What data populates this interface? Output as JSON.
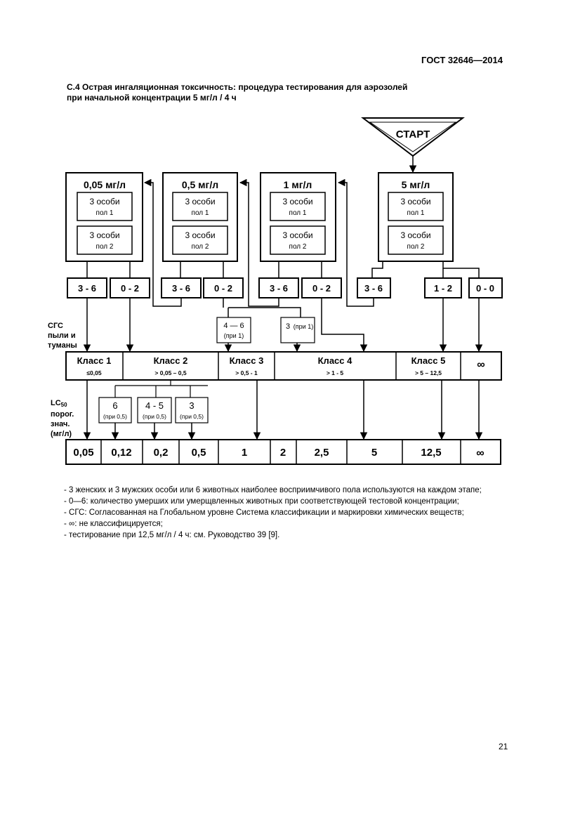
{
  "header": {
    "standard": "ГОСТ 32646—2014"
  },
  "section": {
    "title_line1": "С.4 Острая ингаляционная токсичность: процедура тестирования для аэрозолей",
    "title_line2": "при начальной концентрации 5 мг/л / 4 ч"
  },
  "flowchart": {
    "start_label": "СТАРТ",
    "concentration_boxes": [
      {
        "label": "0,05 мг/л",
        "g1_line1": "3 особи",
        "g1_line2": "пол 1",
        "g2_line1": "3 особи",
        "g2_line2": "пол 2"
      },
      {
        "label": "0,5 мг/л",
        "g1_line1": "3 особи",
        "g1_line2": "пол 1",
        "g2_line1": "3 особи",
        "g2_line2": "пол 2"
      },
      {
        "label": "1 мг/л",
        "g1_line1": "3 особи",
        "g1_line2": "пол 1",
        "g2_line1": "3 особи",
        "g2_line2": "пол 2"
      },
      {
        "label": "5 мг/л",
        "g1_line1": "3 особи",
        "g1_line2": "пол 1",
        "g2_line1": "3 особи",
        "g2_line2": "пол 2"
      }
    ],
    "outcomes": [
      "3 - 6",
      "0 - 2",
      "3 - 6",
      "0 - 2",
      "3 - 6",
      "0 - 2",
      "3 - 6",
      "1 - 2",
      "0 - 0"
    ],
    "mid_boxes": [
      {
        "line1": "4 — 6",
        "line2": "(при 1)"
      },
      {
        "line1": "3",
        "line2": "(при 1)"
      }
    ],
    "ghs_label": [
      "СГС",
      "пыли и",
      "туманы"
    ],
    "classes": [
      {
        "name": "Класс 1",
        "range": "≤0,05"
      },
      {
        "name": "Класс 2",
        "range": "> 0,05 – 0,5"
      },
      {
        "name": "Класс 3",
        "range": "> 0,5 - 1"
      },
      {
        "name": "Класс 4",
        "range": "> 1 - 5"
      },
      {
        "name": "Класс 5",
        "range": "> 5 – 12,5"
      },
      {
        "name": "∞",
        "range": ""
      }
    ],
    "lc_label": [
      "LC50",
      "порог.",
      "знач.",
      "(мг/л)"
    ],
    "small_boxes": [
      {
        "line1": "6",
        "line2": "(при 0,5)"
      },
      {
        "line1": "4 - 5",
        "line2": "(при 0,5)"
      },
      {
        "line1": "3",
        "line2": "(при 0,5)"
      }
    ],
    "cutoffs": [
      "0,05",
      "0,12",
      "0,2",
      "0,5",
      "1",
      "2",
      "2,5",
      "5",
      "12,5",
      "∞"
    ]
  },
  "notes": [
    "- 3 женских и 3 мужских особи или 6 животных наиболее восприимчивого пола используются на каждом этапе;",
    "- 0—6: количество умерших или умерщвленных животных при соответствующей тестовой концентрации;",
    "- СГС: Согласованная на Глобальном уровне Система классификации и маркировки химических веществ;",
    "- ∞: не классифицируется;",
    "- тестирование при 12,5 мг/л / 4 ч: см. Руководство 39 [9]."
  ],
  "page_number": "21"
}
